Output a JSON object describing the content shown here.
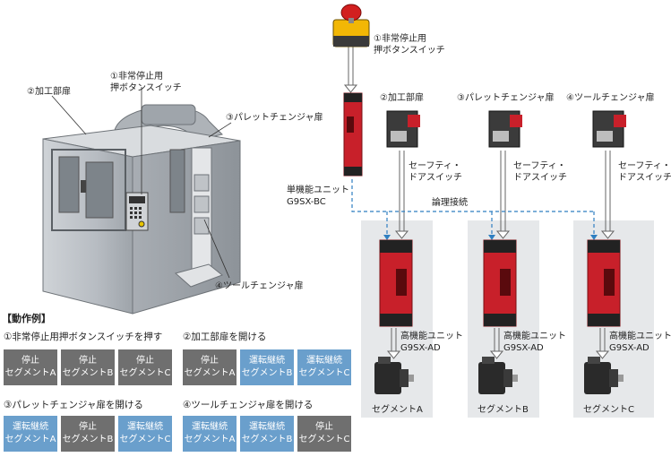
{
  "machine": {
    "label_estop": "①非常停止用\n押ボタンスイッチ",
    "label_process_door": "②加工部扉",
    "label_pallet_door": "③パレットチェンジャ扉",
    "label_tool_door": "④ツールチェンジャ扉"
  },
  "estop": {
    "label": "①非常停止用\n押ボタンスイッチ"
  },
  "single_unit": {
    "label": "単機能ユニット\nG9SX-BC"
  },
  "logic_link": {
    "label": "論理接続"
  },
  "doors": [
    {
      "title": "②加工部扉",
      "switch_label": "セーフティ・\nドアスイッチ"
    },
    {
      "title": "③パレットチェンジャ扉",
      "switch_label": "セーフティ・\nドアスイッチ"
    },
    {
      "title": "④ツールチェンジャ扉",
      "switch_label": "セーフティ・\nドアスイッチ"
    }
  ],
  "segments": [
    {
      "unit_label": "高機能ユニット\nG9SX-AD",
      "segment_label": "セグメントA"
    },
    {
      "unit_label": "高機能ユニット\nG9SX-AD",
      "segment_label": "セグメントB"
    },
    {
      "unit_label": "高機能ユニット\nG9SX-AD",
      "segment_label": "セグメントC"
    }
  ],
  "examples": {
    "heading": "【動作例】",
    "items": [
      {
        "caption": "①非常停止用押ボタンスイッチを押す",
        "boxes": [
          {
            "state": "stop",
            "status": "停止",
            "segment": "セグメントA"
          },
          {
            "state": "stop",
            "status": "停止",
            "segment": "セグメントB"
          },
          {
            "state": "stop",
            "status": "停止",
            "segment": "セグメントC"
          }
        ]
      },
      {
        "caption": "②加工部扉を開ける",
        "boxes": [
          {
            "state": "stop",
            "status": "停止",
            "segment": "セグメントA"
          },
          {
            "state": "run",
            "status": "運転継続",
            "segment": "セグメントB"
          },
          {
            "state": "run",
            "status": "運転継続",
            "segment": "セグメントC"
          }
        ]
      },
      {
        "caption": "③パレットチェンジャ扉を開ける",
        "boxes": [
          {
            "state": "run",
            "status": "運転継続",
            "segment": "セグメントA"
          },
          {
            "state": "stop",
            "status": "停止",
            "segment": "セグメントB"
          },
          {
            "state": "run",
            "status": "運転継続",
            "segment": "セグメントC"
          }
        ]
      },
      {
        "caption": "④ツールチェンジャ扉を開ける",
        "boxes": [
          {
            "state": "run",
            "status": "運転継続",
            "segment": "セグメントA"
          },
          {
            "state": "run",
            "status": "運転継続",
            "segment": "セグメントB"
          },
          {
            "state": "stop",
            "status": "停止",
            "segment": "セグメントC"
          }
        ]
      }
    ]
  },
  "colors": {
    "stop": "#6f6f6f",
    "run": "#6a9fcc",
    "relay_red": "#c8202a",
    "link_blue": "#2f7fc1"
  }
}
